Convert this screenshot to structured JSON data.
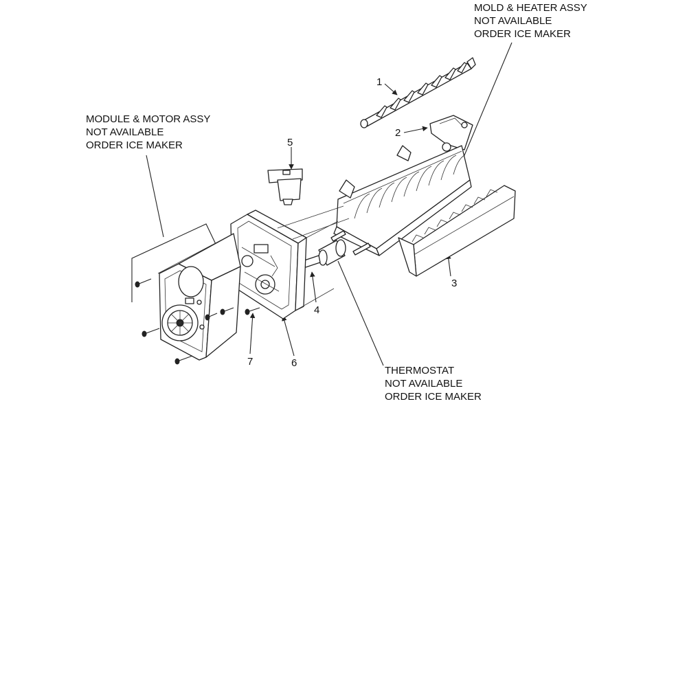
{
  "callouts": {
    "mold": [
      "MOLD & HEATER ASSY",
      "NOT AVAILABLE",
      "ORDER ICE MAKER"
    ],
    "module": [
      "MODULE & MOTOR ASSY",
      "NOT AVAILABLE",
      "ORDER ICE MAKER"
    ],
    "thermostat": [
      "THERMOSTAT",
      "NOT AVAILABLE",
      "ORDER ICE MAKER"
    ]
  },
  "part_numbers": {
    "p1": "1",
    "p2": "2",
    "p3": "3",
    "p4": "4",
    "p5": "5",
    "p6": "6",
    "p7": "7"
  }
}
